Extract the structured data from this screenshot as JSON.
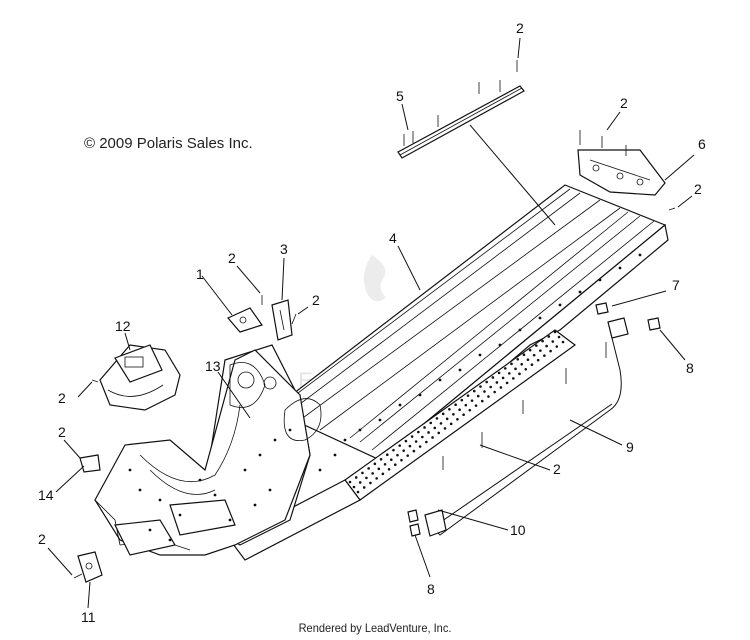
{
  "copyright": "© 2009 Polaris Sales Inc.",
  "footer": "Rendered by LeadVenture, Inc.",
  "watermark": "LEADVENTURE",
  "callouts": [
    {
      "id": "c2-top",
      "label": "2"
    },
    {
      "id": "c5",
      "label": "5"
    },
    {
      "id": "c2-6",
      "label": "2"
    },
    {
      "id": "c6",
      "label": "6"
    },
    {
      "id": "c2-right",
      "label": "2"
    },
    {
      "id": "c4",
      "label": "4"
    },
    {
      "id": "c3",
      "label": "3"
    },
    {
      "id": "c1",
      "label": "1"
    },
    {
      "id": "c2-1",
      "label": "2"
    },
    {
      "id": "c2-3",
      "label": "2"
    },
    {
      "id": "c7",
      "label": "7"
    },
    {
      "id": "c12",
      "label": "12"
    },
    {
      "id": "c8-top",
      "label": "8"
    },
    {
      "id": "c13",
      "label": "13"
    },
    {
      "id": "c2-12",
      "label": "2"
    },
    {
      "id": "c9",
      "label": "9"
    },
    {
      "id": "c2-14",
      "label": "2"
    },
    {
      "id": "c14",
      "label": "14"
    },
    {
      "id": "c2-mid",
      "label": "2"
    },
    {
      "id": "c10",
      "label": "10"
    },
    {
      "id": "c2-11",
      "label": "2"
    },
    {
      "id": "c8-bot",
      "label": "8"
    },
    {
      "id": "c11",
      "label": "11"
    }
  ]
}
